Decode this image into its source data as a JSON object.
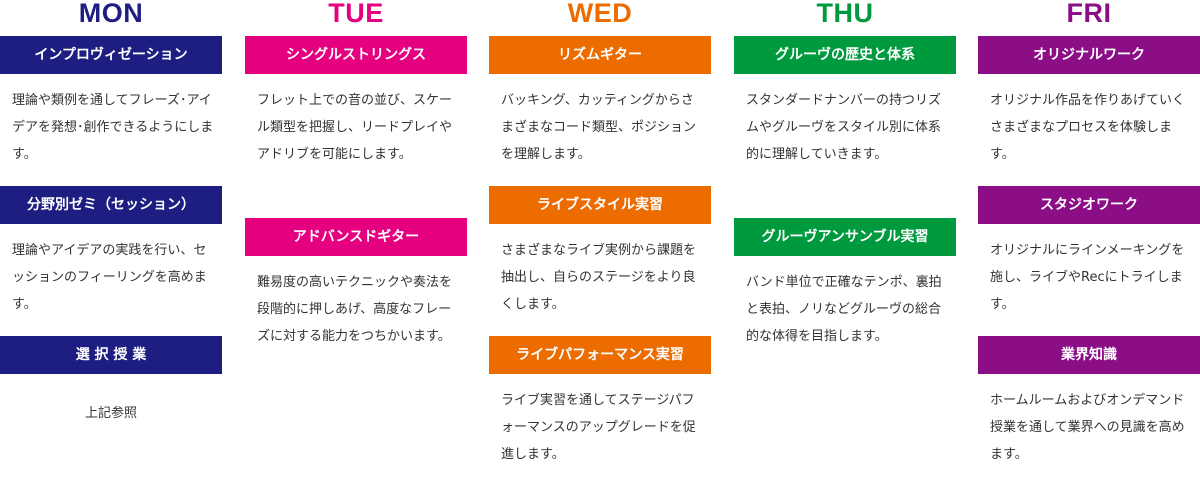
{
  "colors": {
    "mon": "#1e1e82",
    "tue": "#e4007f",
    "wed": "#ed6c00",
    "thu": "#009a3e",
    "fri": "#8b0e87"
  },
  "days": [
    {
      "key": "mon",
      "label": "MON",
      "blocks": [
        {
          "title": "インプロヴィゼーション",
          "text": "理論や類例を通してフレーズ･アイデアを発想･創作できるようにします。"
        },
        {
          "title": "分野別ゼミ（セッション）",
          "text": "理論やアイデアの実践を行い、セッションのフィーリングを高めます。"
        },
        {
          "title": "選 択 授 業",
          "text": "上記参照"
        }
      ]
    },
    {
      "key": "tue",
      "label": "TUE",
      "blocks": [
        {
          "title": "シングルストリングス",
          "text": "フレット上での音の並び、スケール類型を把握し、リードプレイやアドリブを可能にします。"
        },
        {
          "title": "アドバンスドギター",
          "text": "難易度の高いテクニックや奏法を段階的に押しあげ、高度なフレーズに対する能力をつちかいます。"
        }
      ]
    },
    {
      "key": "wed",
      "label": "WED",
      "blocks": [
        {
          "title": "リズムギター",
          "text": "バッキング、カッティングからさまざまなコード類型、ポジションを理解します。"
        },
        {
          "title": "ライブスタイル実習",
          "text": "さまざまなライブ実例から課題を抽出し、自らのステージをより良くします。"
        },
        {
          "title": "ライブパフォーマンス実習",
          "text": "ライブ実習を通してステージパフォーマンスのアップグレードを促進します。"
        }
      ]
    },
    {
      "key": "thu",
      "label": "THU",
      "blocks": [
        {
          "title": "グルーヴの歴史と体系",
          "text": "スタンダードナンバーの持つリズムやグルーヴをスタイル別に体系的に理解していきます。"
        },
        {
          "title": "グルーヴアンサンブル実習",
          "text": "バンド単位で正確なテンポ、裏拍と表拍、ノリなどグルーヴの総合的な体得を目指します。"
        }
      ]
    },
    {
      "key": "fri",
      "label": "FRI",
      "blocks": [
        {
          "title": "オリジナルワーク",
          "text": "オリジナル作品を作りあげていくさまざまなプロセスを体験します。"
        },
        {
          "title": "スタジオワーク",
          "text": "オリジナルにラインメーキングを施し、ライブやRecにトライします。"
        },
        {
          "title": "業界知識",
          "text": "ホームルームおよびオンデマンド授業を通して業界への見識を高めます。"
        }
      ]
    }
  ]
}
